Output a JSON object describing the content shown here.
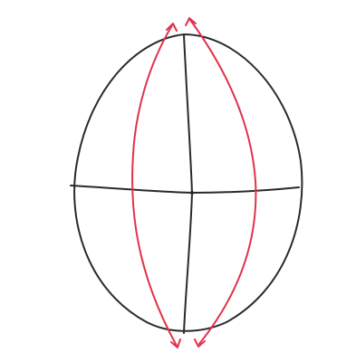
{
  "diagram": {
    "colors": {
      "background": "#ffffff",
      "outline": "#2a2a2a",
      "meridians": "#e0334a"
    },
    "elements": [
      "egg-outline",
      "vertical-axis-line",
      "horizontal-axis-line",
      "left-red-meridian",
      "right-red-meridian",
      "top-arrowheads",
      "bottom-arrowheads"
    ]
  }
}
